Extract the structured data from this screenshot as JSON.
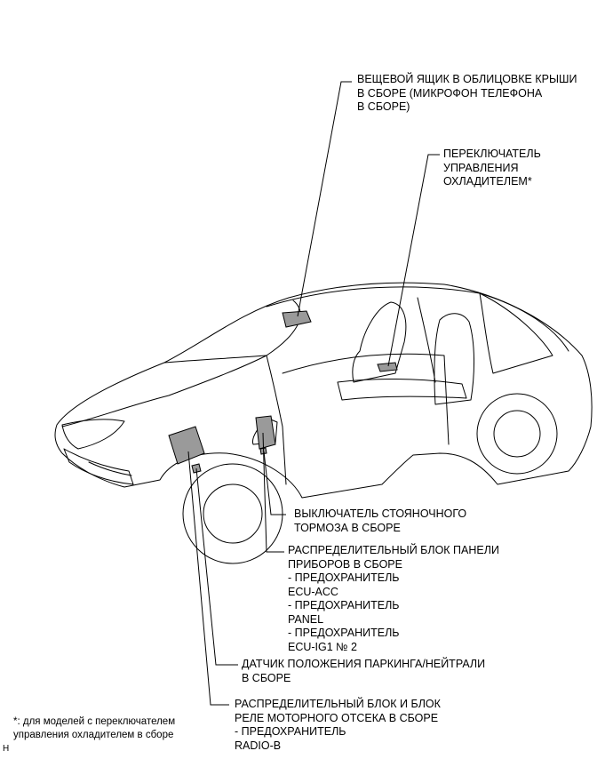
{
  "labels": {
    "roof_console": [
      "ВЕЩЕВОЙ ЯЩИК В ОБЛИЦОВКЕ КРЫШИ",
      "В СБОРЕ (МИКРОФОН ТЕЛЕФОНА",
      "В СБОРЕ)"
    ],
    "cooler_switch": [
      "ПЕРЕКЛЮЧАТЕЛЬ",
      "УПРАВЛЕНИЯ",
      "ОХЛАДИТЕЛЕМ*"
    ],
    "parking_brake_switch": [
      "ВЫКЛЮЧАТЕЛЬ СТОЯНОЧНОГО",
      "ТОРМОЗА В СБОРЕ"
    ],
    "instrument_panel_junction_block": [
      "РАСПРЕДЕЛИТЕЛЬНЫЙ БЛОК ПАНЕЛИ",
      "ПРИБОРОВ В СБОРЕ",
      "- ПРЕДОХРАНИТЕЛЬ",
      "ECU-ACC",
      "- ПРЕДОХРАНИТЕЛЬ",
      "PANEL",
      "- ПРЕДОХРАНИТЕЛЬ",
      "ECU-IG1 № 2"
    ],
    "park_neutral_sensor": [
      "ДАТЧИК ПОЛОЖЕНИЯ ПАРКИНГА/НЕЙТРАЛИ",
      "В СБОРЕ"
    ],
    "engine_room_relay_block": [
      "РАСПРЕДЕЛИТЕЛЬНЫЙ БЛОК И БЛОК",
      "РЕЛЕ МОТОРНОГО ОТСЕКА В СБОРЕ",
      "- ПРЕДОХРАНИТЕЛЬ",
      "RADIO-B"
    ]
  },
  "footnote": [
    "*: для моделей с переключателем",
    "управления охладителем в сборе"
  ],
  "figure_code": "H"
}
